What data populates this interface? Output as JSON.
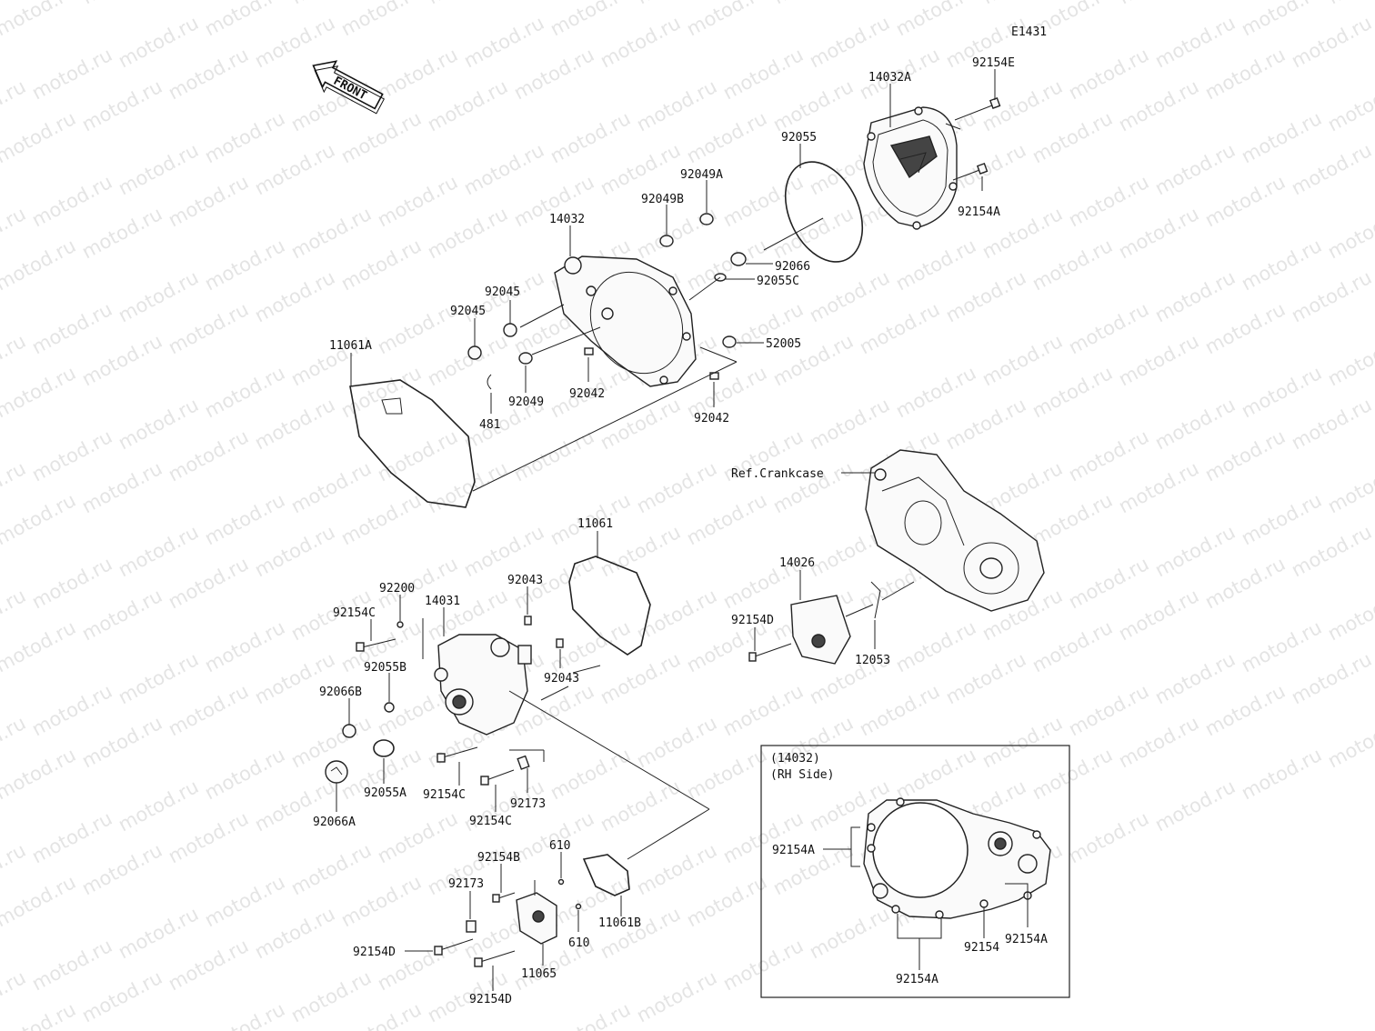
{
  "diagram_code": "E1431",
  "front_label": "FRONT",
  "watermark": "motod.ru",
  "reference_label": "Ref.Crankcase",
  "inset": {
    "title_line1": "(14032)",
    "title_line2": "(RH Side)"
  },
  "labels": {
    "l_14032A": "14032A",
    "l_92154E": "92154E",
    "l_92055": "92055",
    "l_92049A": "92049A",
    "l_92049B": "92049B",
    "l_14032": "14032",
    "l_92154A_top": "92154A",
    "l_92066": "92066",
    "l_92055C": "92055C",
    "l_92045_a": "92045",
    "l_92045_b": "92045",
    "l_11061A": "11061A",
    "l_52005": "52005",
    "l_92042_a": "92042",
    "l_92042_b": "92042",
    "l_92049": "92049",
    "l_481": "481",
    "l_11061": "11061",
    "l_92043_a": "92043",
    "l_92043_b": "92043",
    "l_92200": "92200",
    "l_92154C_a": "92154C",
    "l_14031": "14031",
    "l_92055B": "92055B",
    "l_92066B": "92066B",
    "l_92055A": "92055A",
    "l_92154C_b": "92154C",
    "l_92154C_c": "92154C",
    "l_92173_a": "92173",
    "l_92066A": "92066A",
    "l_14026": "14026",
    "l_92154D_a": "92154D",
    "l_12053": "12053",
    "l_92154B": "92154B",
    "l_610_a": "610",
    "l_92173_b": "92173",
    "l_11061B": "11061B",
    "l_610_b": "610",
    "l_92154D_b": "92154D",
    "l_11065": "11065",
    "l_92154D_c": "92154D",
    "l_inset_92154A_a": "92154A",
    "l_inset_92154": "92154",
    "l_inset_92154A_b": "92154A",
    "l_inset_92154A_c": "92154A"
  }
}
